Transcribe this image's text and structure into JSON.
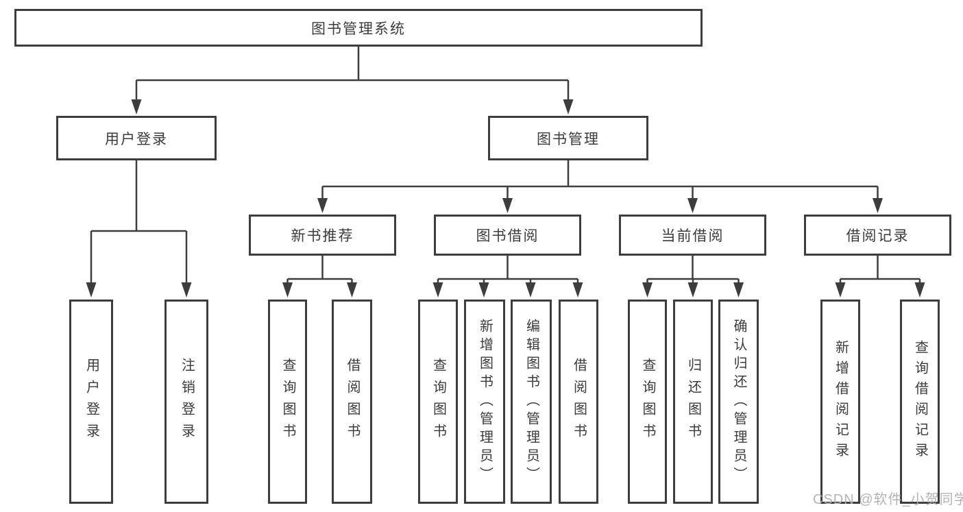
{
  "watermark": "CSDN @软件_小贺同学",
  "tree": {
    "label": "图书管理系统",
    "children": [
      {
        "label": "用户登录",
        "children": [
          {
            "label": "用户登录"
          },
          {
            "label": "注销登录"
          }
        ]
      },
      {
        "label": "图书管理",
        "children": [
          {
            "label": "新书推荐",
            "children": [
              {
                "label": "查询图书"
              },
              {
                "label": "借阅图书"
              }
            ]
          },
          {
            "label": "图书借阅",
            "children": [
              {
                "label": "查询图书"
              },
              {
                "label": "新增图书（管理员）"
              },
              {
                "label": "编辑图书（管理员）"
              },
              {
                "label": "借阅图书"
              }
            ]
          },
          {
            "label": "当前借阅",
            "children": [
              {
                "label": "查询图书"
              },
              {
                "label": "归还图书"
              },
              {
                "label": "确认归还（管理员）"
              }
            ]
          },
          {
            "label": "借阅记录",
            "children": [
              {
                "label": "新增借阅记录"
              },
              {
                "label": "查询借阅记录"
              }
            ]
          }
        ]
      }
    ]
  },
  "colors": {
    "line": "#3d3d3d",
    "text": "#3b3b3b",
    "background": "#ffffff",
    "watermark": "#afafaf"
  }
}
